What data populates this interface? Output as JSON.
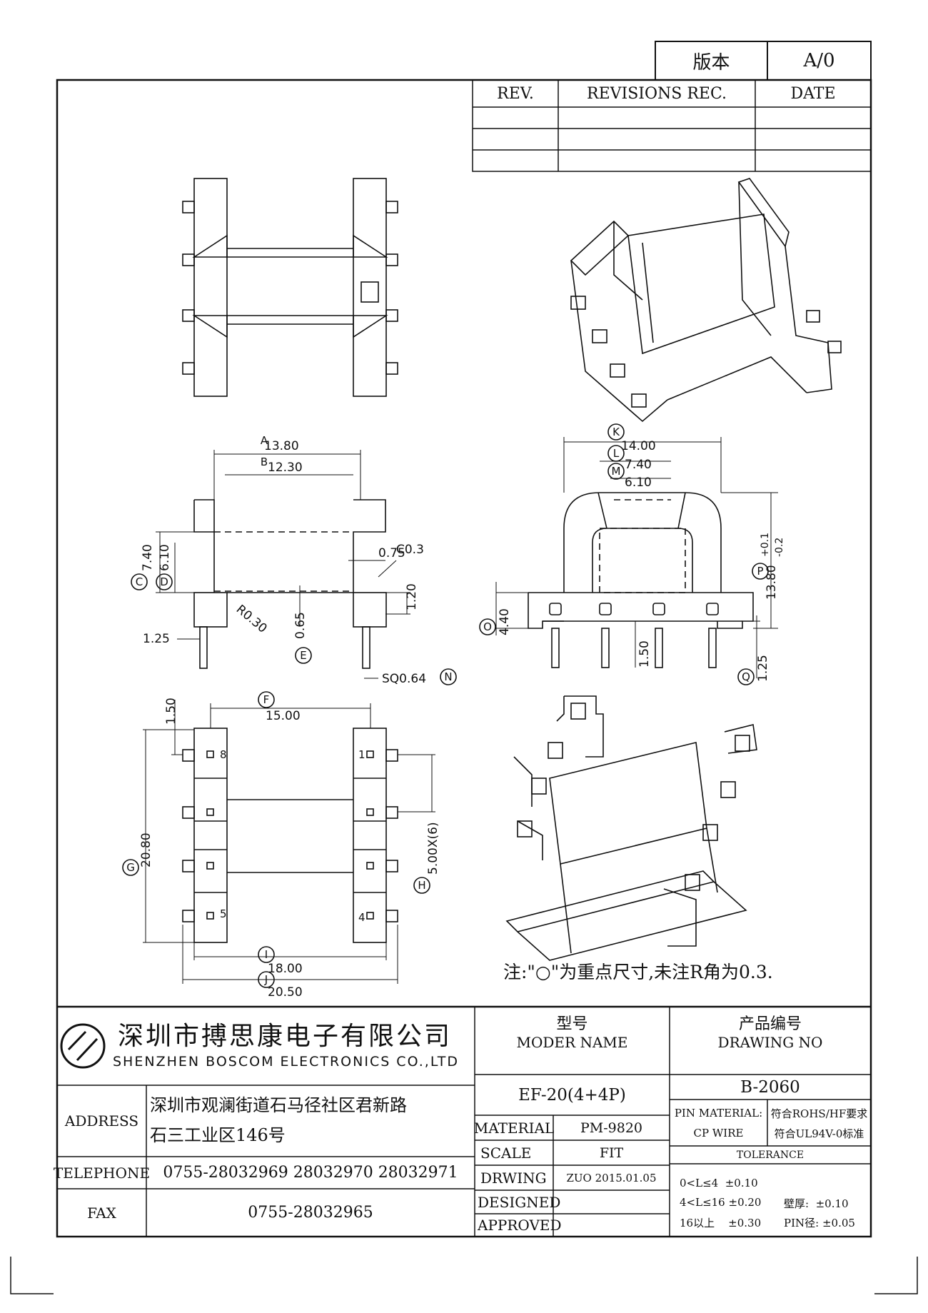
{
  "version_box": {
    "label": "版本",
    "value": "A/0"
  },
  "revisions": {
    "col_rev": "REV.",
    "col_rec": "REVISIONS REC.",
    "col_date": "DATE"
  },
  "dims": {
    "A": "A",
    "B": "B",
    "C": "C",
    "D": "D",
    "E": "E",
    "F": "F",
    "G": "G",
    "H": "H",
    "I": "I",
    "J": "J",
    "K": "K",
    "L": "L",
    "M": "M",
    "N": "N",
    "O": "O",
    "P": "P",
    "Q": "Q",
    "a_val": "13.80",
    "b_val": "12.30",
    "c_val": "7.40",
    "d_val": "6.10",
    "t075": "0.75",
    "c03": "C0.3",
    "h120": "1.20",
    "r030": "R0.30",
    "e_val": "0.65",
    "p125a": "1.25",
    "sq": "SQ0.64",
    "k_val": "14.00",
    "l_val": "7.40",
    "m_val": "6.10",
    "p_val": "13.80",
    "tol_up": "+0.1",
    "tol_dn": "-0.2",
    "o_val": "4.40",
    "h150a": "1.50",
    "q_val": "1.25",
    "f_val": "15.00",
    "h150b": "1.50",
    "g_val": "20.80",
    "h_val": "5.00X(6)",
    "i_val": "18.00",
    "j_val": "20.50",
    "pin1": "1",
    "pin4": "4",
    "pin5": "5",
    "pin8": "8"
  },
  "note": "注:\"○\"为重点尺寸,未注R角为0.3.",
  "company": {
    "name_cn": "深圳市搏思康电子有限公司",
    "name_en": "SHENZHEN BOSCOM ELECTRONICS CO.,LTD"
  },
  "model": {
    "label_cn": "型号",
    "label_en": "MODER NAME",
    "value": "EF-20(4+4P)"
  },
  "drawing_no": {
    "label_cn": "产品编号",
    "label_en": "DRAWING NO",
    "value": "B-2060"
  },
  "address": {
    "label": "ADDRESS",
    "line1": "深圳市观澜街道石马径社区君新路",
    "line2": "石三工业区146号"
  },
  "telephone": {
    "label": "TELEPHONE",
    "value": "0755-28032969 28032970 28032971"
  },
  "fax": {
    "label": "FAX",
    "value": "0755-28032965"
  },
  "material": {
    "label": "MATERIAL",
    "value": "PM-9820"
  },
  "scale": {
    "label": "SCALE",
    "value": "FIT"
  },
  "drwing": {
    "label": "DRWING",
    "value": "ZUO 2015.01.05"
  },
  "designed": {
    "label": "DESIGNED",
    "value": ""
  },
  "approved": {
    "label": "APPROVED",
    "value": ""
  },
  "pin_material": {
    "label1": "PIN MATERIAL:",
    "label2": "CP WIRE",
    "req1": "符合ROHS/HF要求",
    "req2": "符合UL94V-0标准"
  },
  "tolerance": {
    "title": "TOLERANCE",
    "row1": "0<L≤4  ±0.10",
    "row2": "4<L≤16 ±0.20",
    "row3": "16以上    ±0.30",
    "wall": "壁厚:  ±0.10",
    "pin": "PIN径: ±0.05"
  }
}
